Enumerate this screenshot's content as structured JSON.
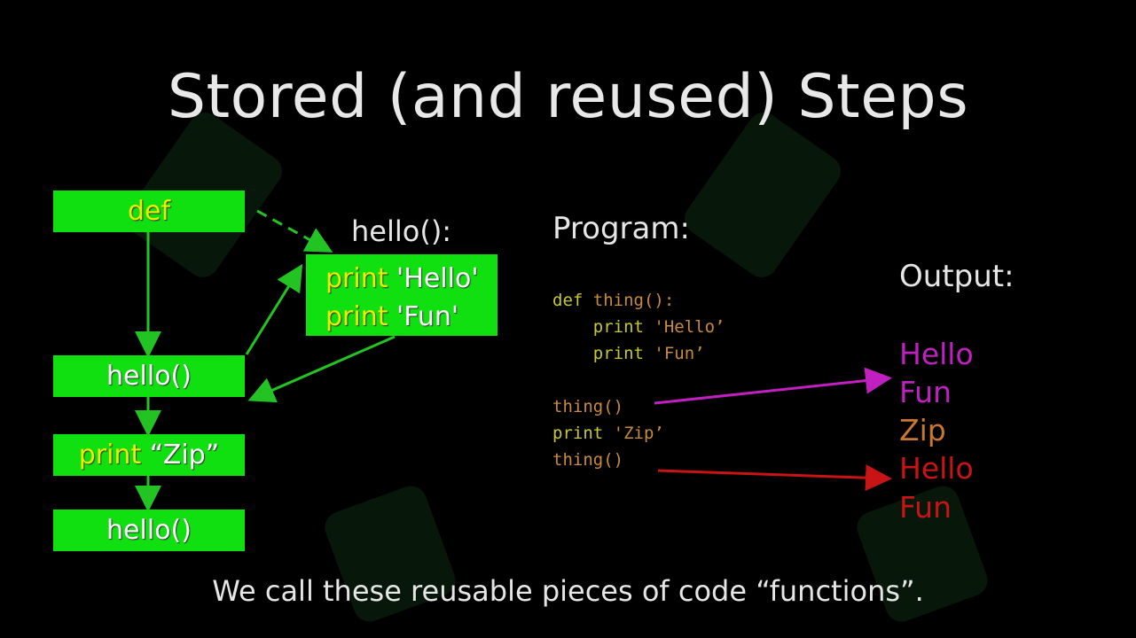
{
  "title": "Stored (and reused) Steps",
  "flow": {
    "def_box": "def",
    "hello_box_1": "hello()",
    "print_zip_keyword": "print",
    "print_zip_value": "“Zip”",
    "hello_box_2": "hello()"
  },
  "function_def": {
    "header": "hello():",
    "line1_keyword": "print",
    "line1_value": "'Hello'",
    "line2_keyword": "print",
    "line2_value": "'Fun'"
  },
  "program": {
    "label": "Program:",
    "line1_def": "def",
    "line1_name": " thing():",
    "line2_print": "    print",
    "line2_str": " 'Hello’",
    "line3_print": "    print",
    "line3_str": " 'Fun’",
    "line4": "thing()",
    "line5_print": "print",
    "line5_str": " 'Zip’",
    "line6": "thing()"
  },
  "output": {
    "label": "Output:",
    "lines": [
      "Hello",
      "Fun",
      "Zip",
      "Hello",
      "Fun"
    ]
  },
  "colors": {
    "box_green": "#10e010",
    "arrow_green": "#22c322",
    "keyword_yellow": "#e8f000",
    "magenta": "#c020c0",
    "orange": "#c8782c",
    "red": "#c81414"
  },
  "footer": "We call these reusable pieces of code “functions”."
}
